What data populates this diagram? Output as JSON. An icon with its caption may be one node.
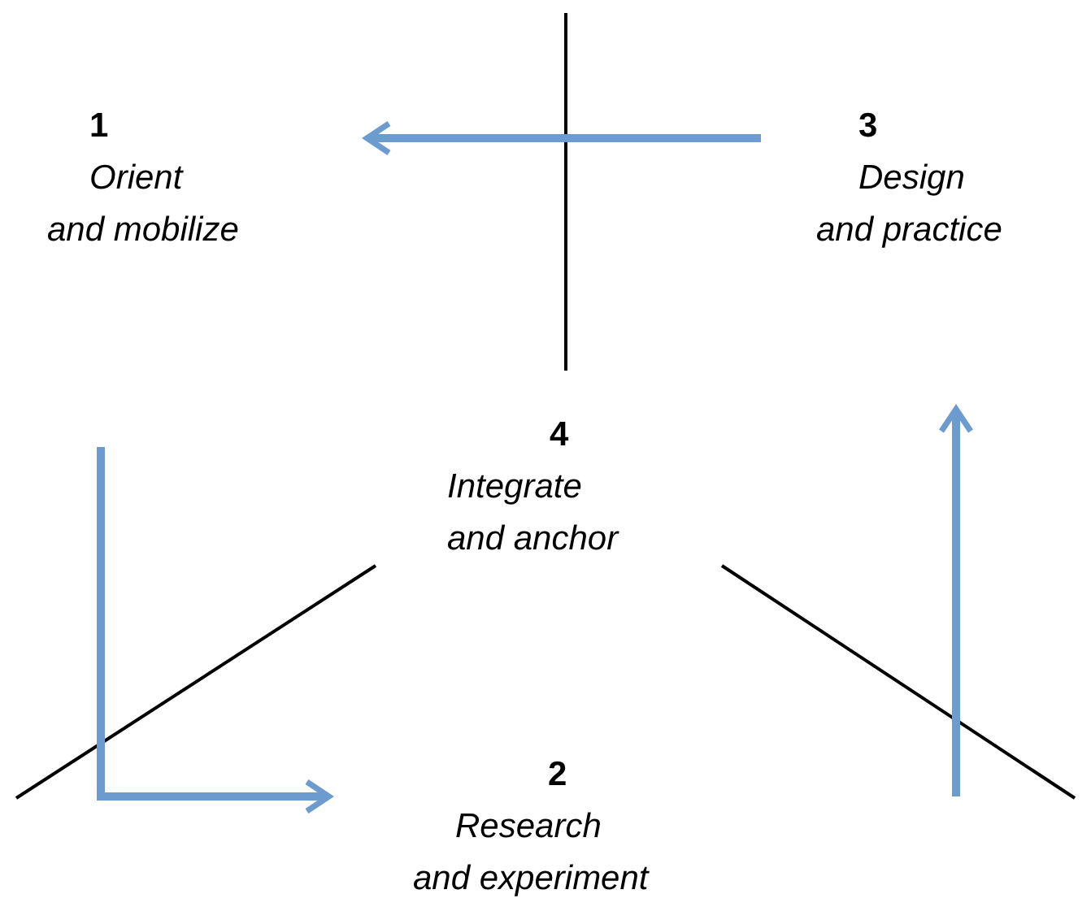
{
  "diagram": {
    "nodes": [
      {
        "text": [
          "1",
          "Orient and mobilize"
        ]
      },
      {
        "text": [
          "2",
          "Research and experiment"
        ]
      },
      {
        "text": [
          "3",
          "Design and practice"
        ]
      },
      {
        "text": [
          "4",
          "Integrate and anchor"
        ]
      }
    ],
    "edges": [
      {
        "from": 2,
        "to": 0,
        "arrow": "to"
      },
      {
        "from": null,
        "to": 1,
        "arrow": "to"
      },
      {
        "from": null,
        "to": 2,
        "arrow": "to"
      }
    ]
  }
}
